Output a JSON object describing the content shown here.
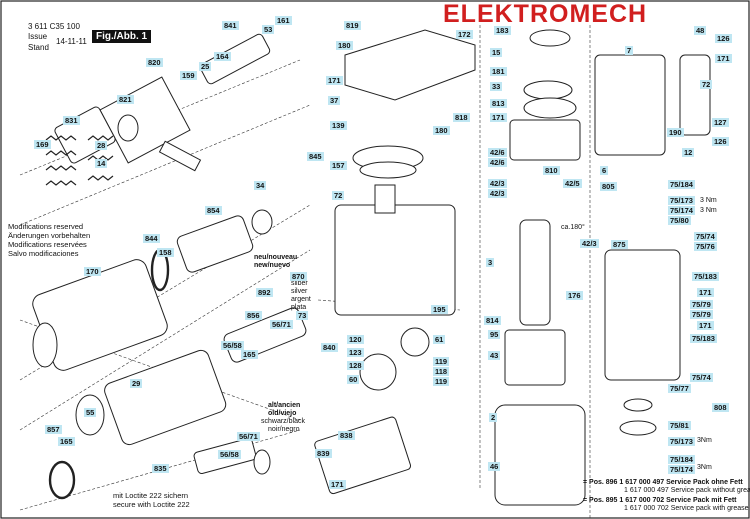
{
  "header": {
    "doc_number": "3 611 C35 100",
    "issue_label": "Issue\nStand",
    "issue_date": "14-11-11",
    "figure_label": "Fig./Abb. 1",
    "brand": "ELEKTROMECH"
  },
  "notes": {
    "modifications": [
      "Modifications reserved",
      "Änderungen vorbehalten",
      "Modifications reservées",
      "Salvo modificaciones"
    ],
    "wire_new": [
      "neu/nouveau",
      "new/nuevo"
    ],
    "wire_new_colors": [
      "silber",
      "silver",
      "argent",
      "plata"
    ],
    "wire_old": [
      "alt/ancien",
      "old/viejo",
      "schwarz/black",
      "noir/negro"
    ],
    "loctite": [
      "mit Loctite 222 sichern",
      "secure with Loctite 222"
    ],
    "service_pack_1": [
      "= Pos. 896  1 617 000 497 Service Pack ohne Fett",
      "1 617 000 497 Service pack without grease"
    ],
    "service_pack_2": [
      "= Pos. 895  1 617 000 702 Service Pack mit Fett",
      "1 617 000 702 Service pack with grease"
    ]
  },
  "torques": [
    "3 Nm",
    "3 Nm",
    "3Nm",
    "3Nm"
  ],
  "angle_label": "ca.180°",
  "part_labels": [
    "841",
    "161",
    "820",
    "164",
    "53",
    "159",
    "25",
    "821",
    "831",
    "169",
    "28",
    "14",
    "819",
    "180",
    "172",
    "171",
    "37",
    "139",
    "818",
    "180",
    "845",
    "157",
    "72",
    "34",
    "854",
    "844",
    "158",
    "170",
    "892",
    "856",
    "56/71",
    "73",
    "870",
    "56/58",
    "165",
    "29",
    "55",
    "857",
    "165",
    "56/71",
    "56/58",
    "835",
    "840",
    "120",
    "123",
    "128",
    "60",
    "61",
    "119",
    "118",
    "119",
    "838",
    "839",
    "171",
    "183",
    "15",
    "181",
    "33",
    "813",
    "171",
    "42/6",
    "42/6",
    "810",
    "42/3",
    "42/3",
    "42/5",
    "3",
    "42/3",
    "814",
    "95",
    "176",
    "43",
    "2",
    "46",
    "48",
    "126",
    "171",
    "127",
    "126",
    "190",
    "6",
    "805",
    "75/184",
    "12",
    "7",
    "72",
    "75/173",
    "75/174",
    "75/80",
    "875",
    "75/74",
    "75/76",
    "75/183",
    "171",
    "75/79",
    "75/79",
    "171",
    "75/183",
    "75/74",
    "75/77",
    "808",
    "75/81",
    "75/173",
    "75/184",
    "75/174",
    "195",
    "176"
  ]
}
